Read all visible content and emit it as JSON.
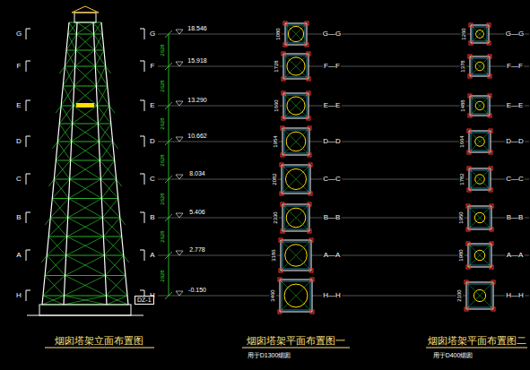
{
  "diagram": {
    "nodes": [
      {
        "text": [
          "DZ-1"
        ]
      }
    ],
    "labels": [
      "烟囱塔架立面布置图",
      "烟囱塔架平面布置图一",
      "用于D1300烟囱",
      "烟囱塔架平面布置图二",
      "用于D400烟囱",
      "G",
      "F",
      "E",
      "D",
      "C",
      "B",
      "A",
      "H",
      "G",
      "F",
      "E",
      "D",
      "C",
      "B",
      "A",
      "H",
      "18.546",
      "15.918",
      "13.290",
      "10.662",
      "8.034",
      "5.406",
      "2.778",
      "-0.150",
      "2628",
      "2628",
      "2628",
      "2628",
      "2628",
      "2628",
      "2928",
      "G—G",
      "F—F",
      "E—E",
      "D—D",
      "C—C",
      "B—B",
      "A—A",
      "H—H",
      "1080",
      "1728",
      "1660",
      "1954",
      "2082",
      "2330",
      "3186",
      "3460",
      "G—G",
      "F—F",
      "E—E",
      "D—D",
      "C—C",
      "B—B",
      "A—A",
      "H—H",
      "1260",
      "1378",
      "1488",
      "1664",
      "1782",
      "1950",
      "1980",
      "2100"
    ]
  }
}
